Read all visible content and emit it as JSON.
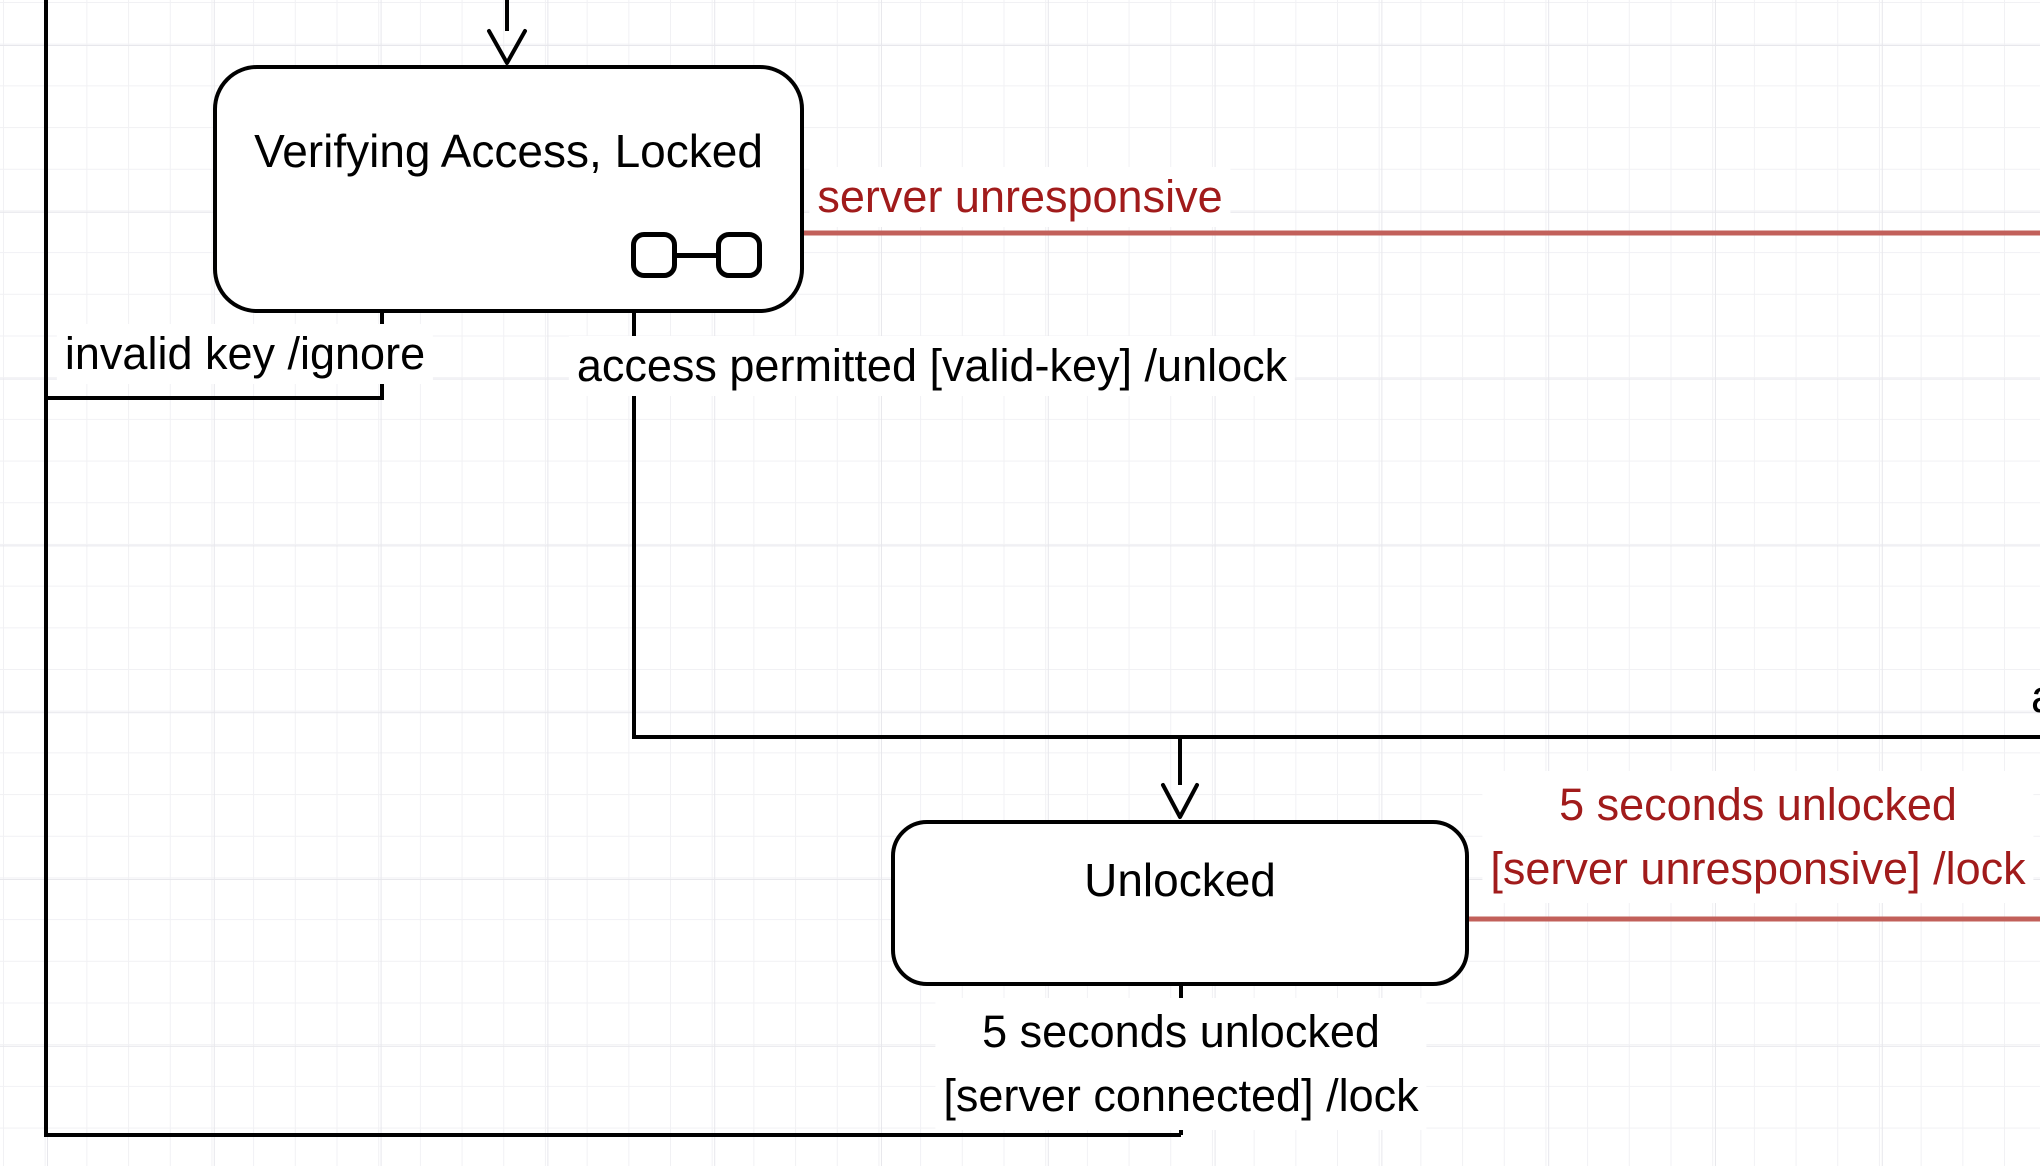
{
  "diagram": {
    "type": "uml-state-machine",
    "states": [
      {
        "id": "verifying",
        "title": "Verifying Access, Locked",
        "submachine_icon": "submachine-link-icon"
      },
      {
        "id": "unlocked",
        "title": "Unlocked"
      }
    ],
    "transitions": {
      "server_unresponsive": {
        "label": "server unresponsive"
      },
      "invalid_key": {
        "label": "invalid key /ignore"
      },
      "access_permitted": {
        "label": "access permitted [valid-key] /unlock"
      },
      "timeout_unresponsive": {
        "label_line1": "5 seconds unlocked",
        "label_line2": "[server unresponsive] /lock"
      },
      "timeout_connected": {
        "label_line1": "5 seconds unlocked",
        "label_line2": "[server connected] /lock"
      },
      "partial_right_edge": {
        "label": "a"
      }
    },
    "colors": {
      "black_line": "#000000",
      "red_line": "#c2605a",
      "red_text": "#a11b1b",
      "state_fill": "#ffffff",
      "grid_minor": "#f1f1f4",
      "grid_major": "#e7e7ec"
    }
  }
}
